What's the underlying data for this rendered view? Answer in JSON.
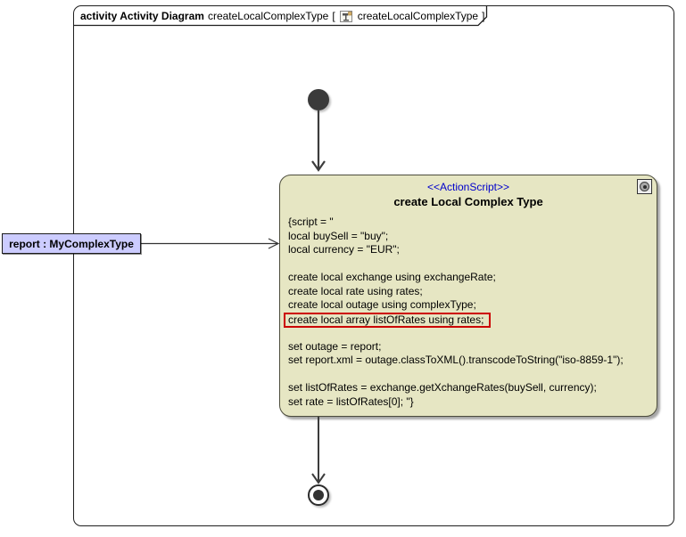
{
  "frame": {
    "keyword": "activity Activity Diagram",
    "diagram_name": "createLocalComplexType",
    "bracket_open": "[",
    "ref_name": "createLocalComplexType",
    "bracket_close": "]",
    "tab_icon": "activity-diagram-icon"
  },
  "action": {
    "stereotype": "<<ActionScript>>",
    "name": "create Local Complex Type",
    "corner_icon": "behavior-gear-icon",
    "fill_color": "#e6e6c3",
    "script_lines": [
      "{script = \"",
      "local buySell = \"buy\";",
      "local currency = \"EUR\";",
      "",
      "create local exchange using exchangeRate;",
      "create local rate using rates;",
      "create local outage using complexType;",
      "create local array listOfRates using rates;",
      "",
      "set outage = report;",
      "set report.xml = outage.classToXML().transcodeToString(\"iso-8859-1\");",
      "",
      "set listOfRates = exchange.getXchangeRates(buySell, currency);",
      "set rate = listOfRates[0]; \"}"
    ],
    "highlight_line_index": 7,
    "highlight_color": "#cc0000"
  },
  "input_label": {
    "text": "report : MyComplexType",
    "fill_color": "#ccccff"
  },
  "nodes": {
    "initial": "initial-node",
    "final": "activity-final-node"
  },
  "colors": {
    "stereotype_blue": "#0000cc",
    "action_border": "#4c4c3c",
    "frame_border": "#1f1f1f",
    "edge_color": "#3c3c3c"
  }
}
